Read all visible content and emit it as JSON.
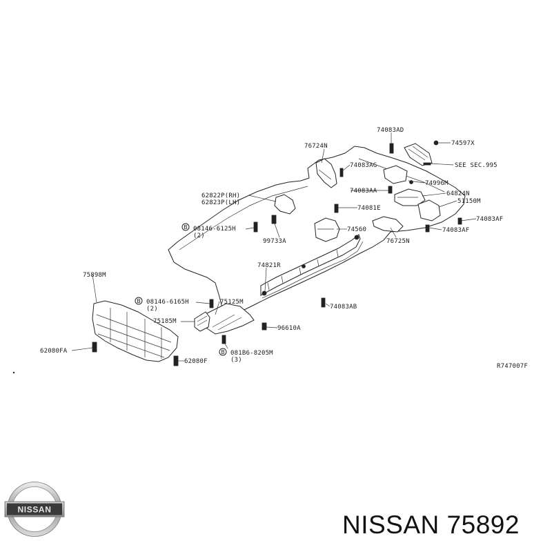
{
  "footer": {
    "title": "NISSAN 75892"
  },
  "logo": {
    "text": "NISSAN"
  },
  "diagram": {
    "ref_code": "R747007F",
    "labels": {
      "p74083AD_top": "74083AD",
      "p76724N": "76724N",
      "p74597X": "74597X",
      "p74083AG": "74083AG",
      "pSEE_SEC995": "SEE SEC.995",
      "p74996M": "74996M",
      "p74083AA": "74083AA",
      "p64824N": "64824N",
      "p62822P": "62822P(RH)",
      "p62823P": "62823P(LH)",
      "p51150M": "51150M",
      "p74081E": "74081E",
      "p74083AF_r": "74083AF",
      "p08146_6125H": "08146-6125H",
      "p08146_6125H_qty": "(2)",
      "p74560": "74560",
      "p74083AF_b": "74083AF",
      "p99733A": "99733A",
      "p76725N": "76725N",
      "p74821R": "74821R",
      "p75898M": "75898M",
      "p08146_6165H": "08146-6165H",
      "p08146_6165H_qty": "(2)",
      "p75125M": "75125M",
      "p74083AB": "74083AB",
      "p75185M": "75185M",
      "p96610A": "96610A",
      "p62080FA": "62080FA",
      "p081B6_8205M": "081B6-8205M",
      "p081B6_8205M_qty": "(3)",
      "p62080F": "62080F",
      "circle_b": "B"
    }
  }
}
